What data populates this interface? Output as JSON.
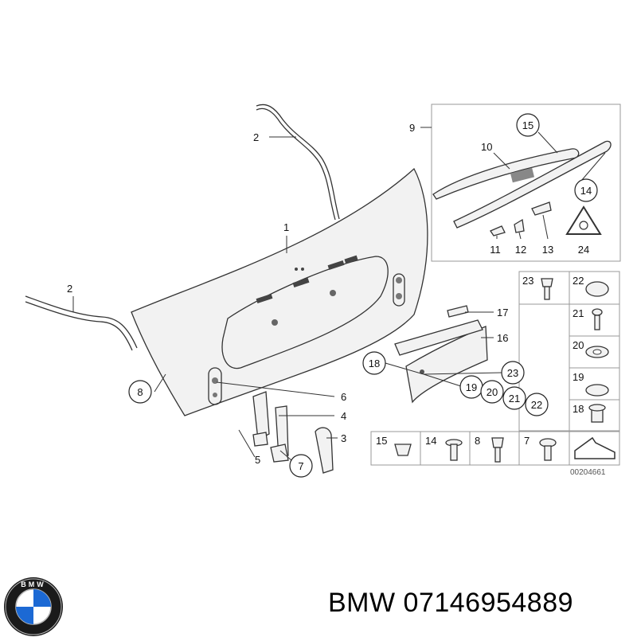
{
  "diagram": {
    "callouts": {
      "c1": "1",
      "c2a": "2",
      "c2b": "2",
      "c3": "3",
      "c4": "4",
      "c5": "5",
      "c6": "6",
      "c7": "7",
      "c8": "8",
      "c9": "9",
      "c10": "10",
      "c11": "11",
      "c12": "12",
      "c13": "13",
      "c14": "14",
      "c15": "15",
      "c16": "16",
      "c17": "17",
      "c18": "18",
      "c19": "19",
      "c20": "20",
      "c21": "21",
      "c22": "22",
      "c23": "23",
      "c24": "24"
    },
    "grid": {
      "g23": "23",
      "g22": "22",
      "g21": "21",
      "g20": "20",
      "g19": "19",
      "g18": "18",
      "g15": "15",
      "g14": "14",
      "g8": "8",
      "g7": "7"
    },
    "reference": "00204661"
  },
  "logo": {
    "text": "BMW",
    "colors": {
      "blue": "#1c69d4",
      "ring": "#1a1a1a"
    }
  },
  "caption": "BMW 07146954889"
}
